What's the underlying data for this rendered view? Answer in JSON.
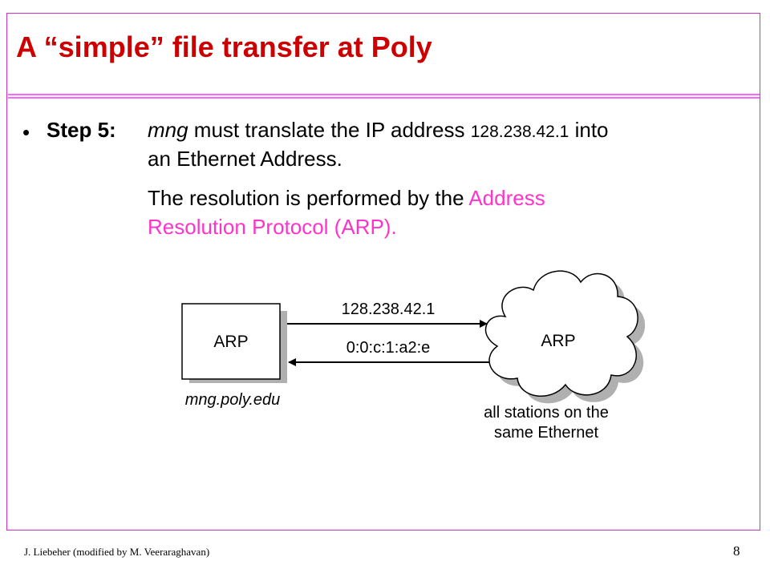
{
  "slide": {
    "title": "A “simple” file transfer at Poly",
    "bullet": "•",
    "step_label": "Step 5:",
    "line1_italic": "mng",
    "line1_text": " must translate the IP address ",
    "line1_ip": "128.238.42.1",
    "line1_end": " into",
    "line2": "an Ethernet Address.",
    "line3_text": "The resolution is performed by the ",
    "line3_pink": "Address",
    "line4_pink": "Resolution Protocol (ARP)."
  },
  "diagram": {
    "box_label": "ARP",
    "box_caption": "mng.poly.edu",
    "request_label": "128.238.42.1",
    "reply_label": "0:0:c:1:a2:e",
    "cloud_label": "ARP",
    "cloud_caption_line1": "all stations on the",
    "cloud_caption_line2": "same Ethernet"
  },
  "footer": {
    "author": "J. Liebeher  (modified by M. Veeraraghavan)",
    "page_number": "8"
  },
  "colors": {
    "title": "#cc0000",
    "accent_pink": "#ff33cc",
    "frame": "#cc33cc",
    "shadow": "#b0b0b0"
  }
}
